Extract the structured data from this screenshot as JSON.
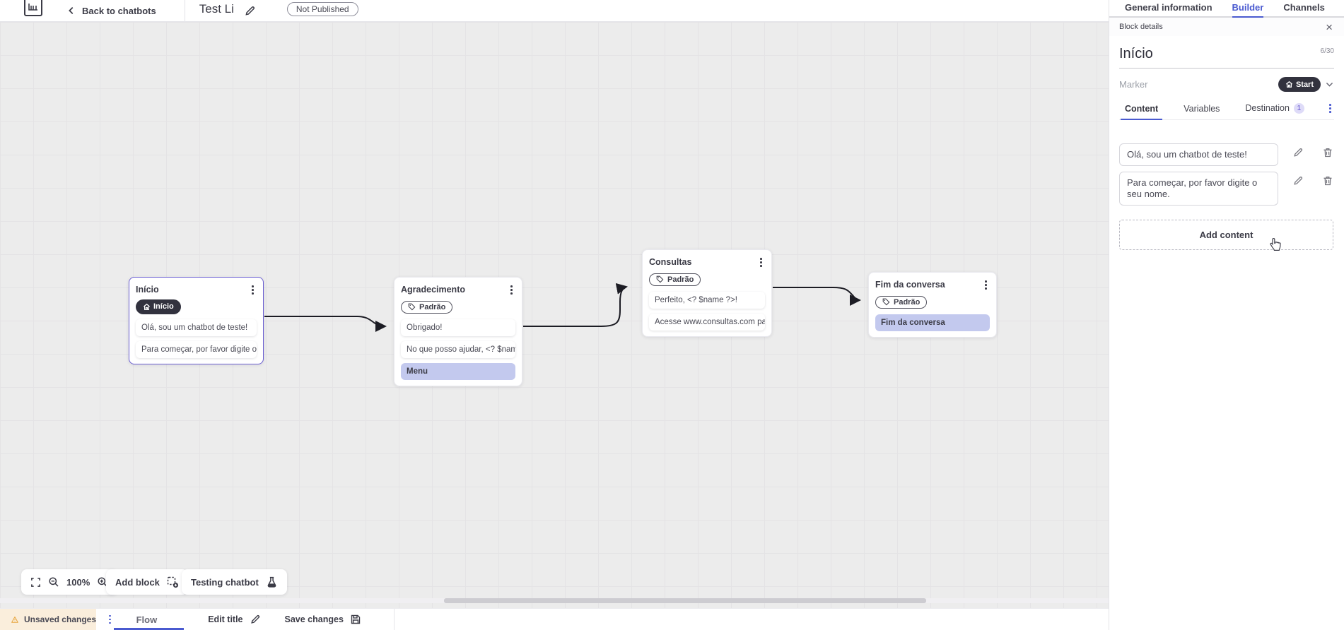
{
  "topbar": {
    "back_label": "Back to chatbots",
    "title": "Test Li",
    "status_badge": "Not Published",
    "nav_tabs": [
      {
        "label": "General information"
      },
      {
        "label": "Builder"
      },
      {
        "label": "Channels"
      }
    ]
  },
  "panel": {
    "header": "Block details",
    "close_glyph": "×",
    "block_name": "Início",
    "char_counter": "6/30",
    "marker_label": "Marker",
    "marker_value": "Start",
    "tabs": [
      {
        "label": "Content"
      },
      {
        "label": "Variables"
      },
      {
        "label": "Destination",
        "badge": "1"
      }
    ],
    "contents": [
      {
        "text": "Olá, sou um chatbot de teste!"
      },
      {
        "text": "Para começar, por favor digite o seu nome."
      }
    ],
    "add_content_label": "Add content"
  },
  "canvas": {
    "blocks": [
      {
        "title": "Início",
        "marker": "Início",
        "cards": [
          {
            "text": "Olá, sou um chatbot de teste!"
          },
          {
            "text": "Para começar, por favor digite o ..."
          }
        ]
      },
      {
        "title": "Agradecimento",
        "tag": "Padrão",
        "cards": [
          {
            "text": "Obrigado!"
          },
          {
            "text": "No que posso ajudar, <? $name ..."
          },
          {
            "text": "Menu"
          }
        ]
      },
      {
        "title": "Consultas",
        "tag": "Padrão",
        "cards": [
          {
            "text": "Perfeito, <? $name ?>!"
          },
          {
            "text": "Acesse www.consultas.com par..."
          }
        ]
      },
      {
        "title": "Fim da conversa",
        "tag": "Padrão",
        "cards": [
          {
            "text": "Fim da conversa"
          }
        ]
      }
    ],
    "controls": {
      "zoom_level": "100%",
      "add_block_label": "Add block",
      "testing_label": "Testing chatbot"
    }
  },
  "bottombar": {
    "unsaved_label": "Unsaved changes",
    "flow_tab": "Flow",
    "edit_title_label": "Edit title",
    "save_label": "Save changes"
  },
  "colors": {
    "accent_blue": "#4a5ad0",
    "dark_pill": "#32323e",
    "selected_border": "#6a5ed1",
    "menu_card_bg": "#c3c9ee",
    "warning": "#e7a43c",
    "unsaved_bg": "#faeedc"
  }
}
